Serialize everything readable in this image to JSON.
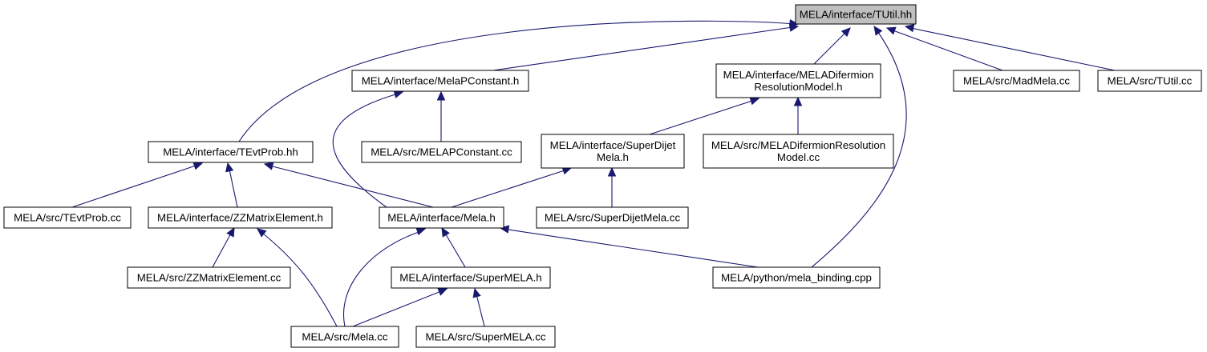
{
  "graph": {
    "colors": {
      "node_fill": "#ffffff",
      "root_fill": "#bfbfbf",
      "border": "#000000",
      "edge": "#191970"
    },
    "nodes": [
      {
        "id": "tutil_hh",
        "lines": [
          "MELA/interface/TUtil.hh"
        ],
        "root": true
      },
      {
        "id": "melapconstant_h",
        "lines": [
          "MELA/interface/MelaPConstant.h"
        ]
      },
      {
        "id": "difermion_h",
        "lines": [
          "MELA/interface/MELADifermion",
          "ResolutionModel.h"
        ]
      },
      {
        "id": "madmela_cc",
        "lines": [
          "MELA/src/MadMela.cc"
        ]
      },
      {
        "id": "tutil_cc",
        "lines": [
          "MELA/src/TUtil.cc"
        ]
      },
      {
        "id": "tevtprob_hh",
        "lines": [
          "MELA/interface/TEvtProb.hh"
        ]
      },
      {
        "id": "melapconstant_cc",
        "lines": [
          "MELA/src/MELAPConstant.cc"
        ]
      },
      {
        "id": "superdijet_h",
        "lines": [
          "MELA/interface/SuperDijet",
          "Mela.h"
        ]
      },
      {
        "id": "difermion_cc",
        "lines": [
          "MELA/src/MELADifermionResolution",
          "Model.cc"
        ]
      },
      {
        "id": "tevtprob_cc",
        "lines": [
          "MELA/src/TEvtProb.cc"
        ]
      },
      {
        "id": "zzme_h",
        "lines": [
          "MELA/interface/ZZMatrixElement.h"
        ]
      },
      {
        "id": "mela_h",
        "lines": [
          "MELA/interface/Mela.h"
        ]
      },
      {
        "id": "superdijet_cc",
        "lines": [
          "MELA/src/SuperDijetMela.cc"
        ]
      },
      {
        "id": "zzme_cc",
        "lines": [
          "MELA/src/ZZMatrixElement.cc"
        ]
      },
      {
        "id": "supermela_h",
        "lines": [
          "MELA/interface/SuperMELA.h"
        ]
      },
      {
        "id": "mela_binding",
        "lines": [
          "MELA/python/mela_binding.cpp"
        ]
      },
      {
        "id": "mela_cc",
        "lines": [
          "MELA/src/Mela.cc"
        ]
      },
      {
        "id": "supermela_cc",
        "lines": [
          "MELA/src/SuperMELA.cc"
        ]
      }
    ],
    "edges": [
      {
        "from": "melapconstant_h",
        "to": "tutil_hh"
      },
      {
        "from": "difermion_h",
        "to": "tutil_hh"
      },
      {
        "from": "madmela_cc",
        "to": "tutil_hh"
      },
      {
        "from": "tutil_cc",
        "to": "tutil_hh"
      },
      {
        "from": "tevtprob_hh",
        "to": "tutil_hh"
      },
      {
        "from": "mela_binding",
        "to": "tutil_hh"
      },
      {
        "from": "melapconstant_cc",
        "to": "melapconstant_h"
      },
      {
        "from": "mela_h",
        "to": "melapconstant_h"
      },
      {
        "from": "superdijet_h",
        "to": "difermion_h"
      },
      {
        "from": "difermion_cc",
        "to": "difermion_h"
      },
      {
        "from": "tevtprob_cc",
        "to": "tevtprob_hh"
      },
      {
        "from": "zzme_h",
        "to": "tevtprob_hh"
      },
      {
        "from": "mela_h",
        "to": "tevtprob_hh"
      },
      {
        "from": "mela_h",
        "to": "superdijet_h"
      },
      {
        "from": "superdijet_cc",
        "to": "superdijet_h"
      },
      {
        "from": "zzme_cc",
        "to": "zzme_h"
      },
      {
        "from": "mela_cc",
        "to": "zzme_h"
      },
      {
        "from": "supermela_h",
        "to": "mela_h"
      },
      {
        "from": "mela_cc",
        "to": "mela_h"
      },
      {
        "from": "mela_binding",
        "to": "mela_h"
      },
      {
        "from": "mela_cc",
        "to": "supermela_h"
      },
      {
        "from": "supermela_cc",
        "to": "supermela_h"
      }
    ]
  }
}
